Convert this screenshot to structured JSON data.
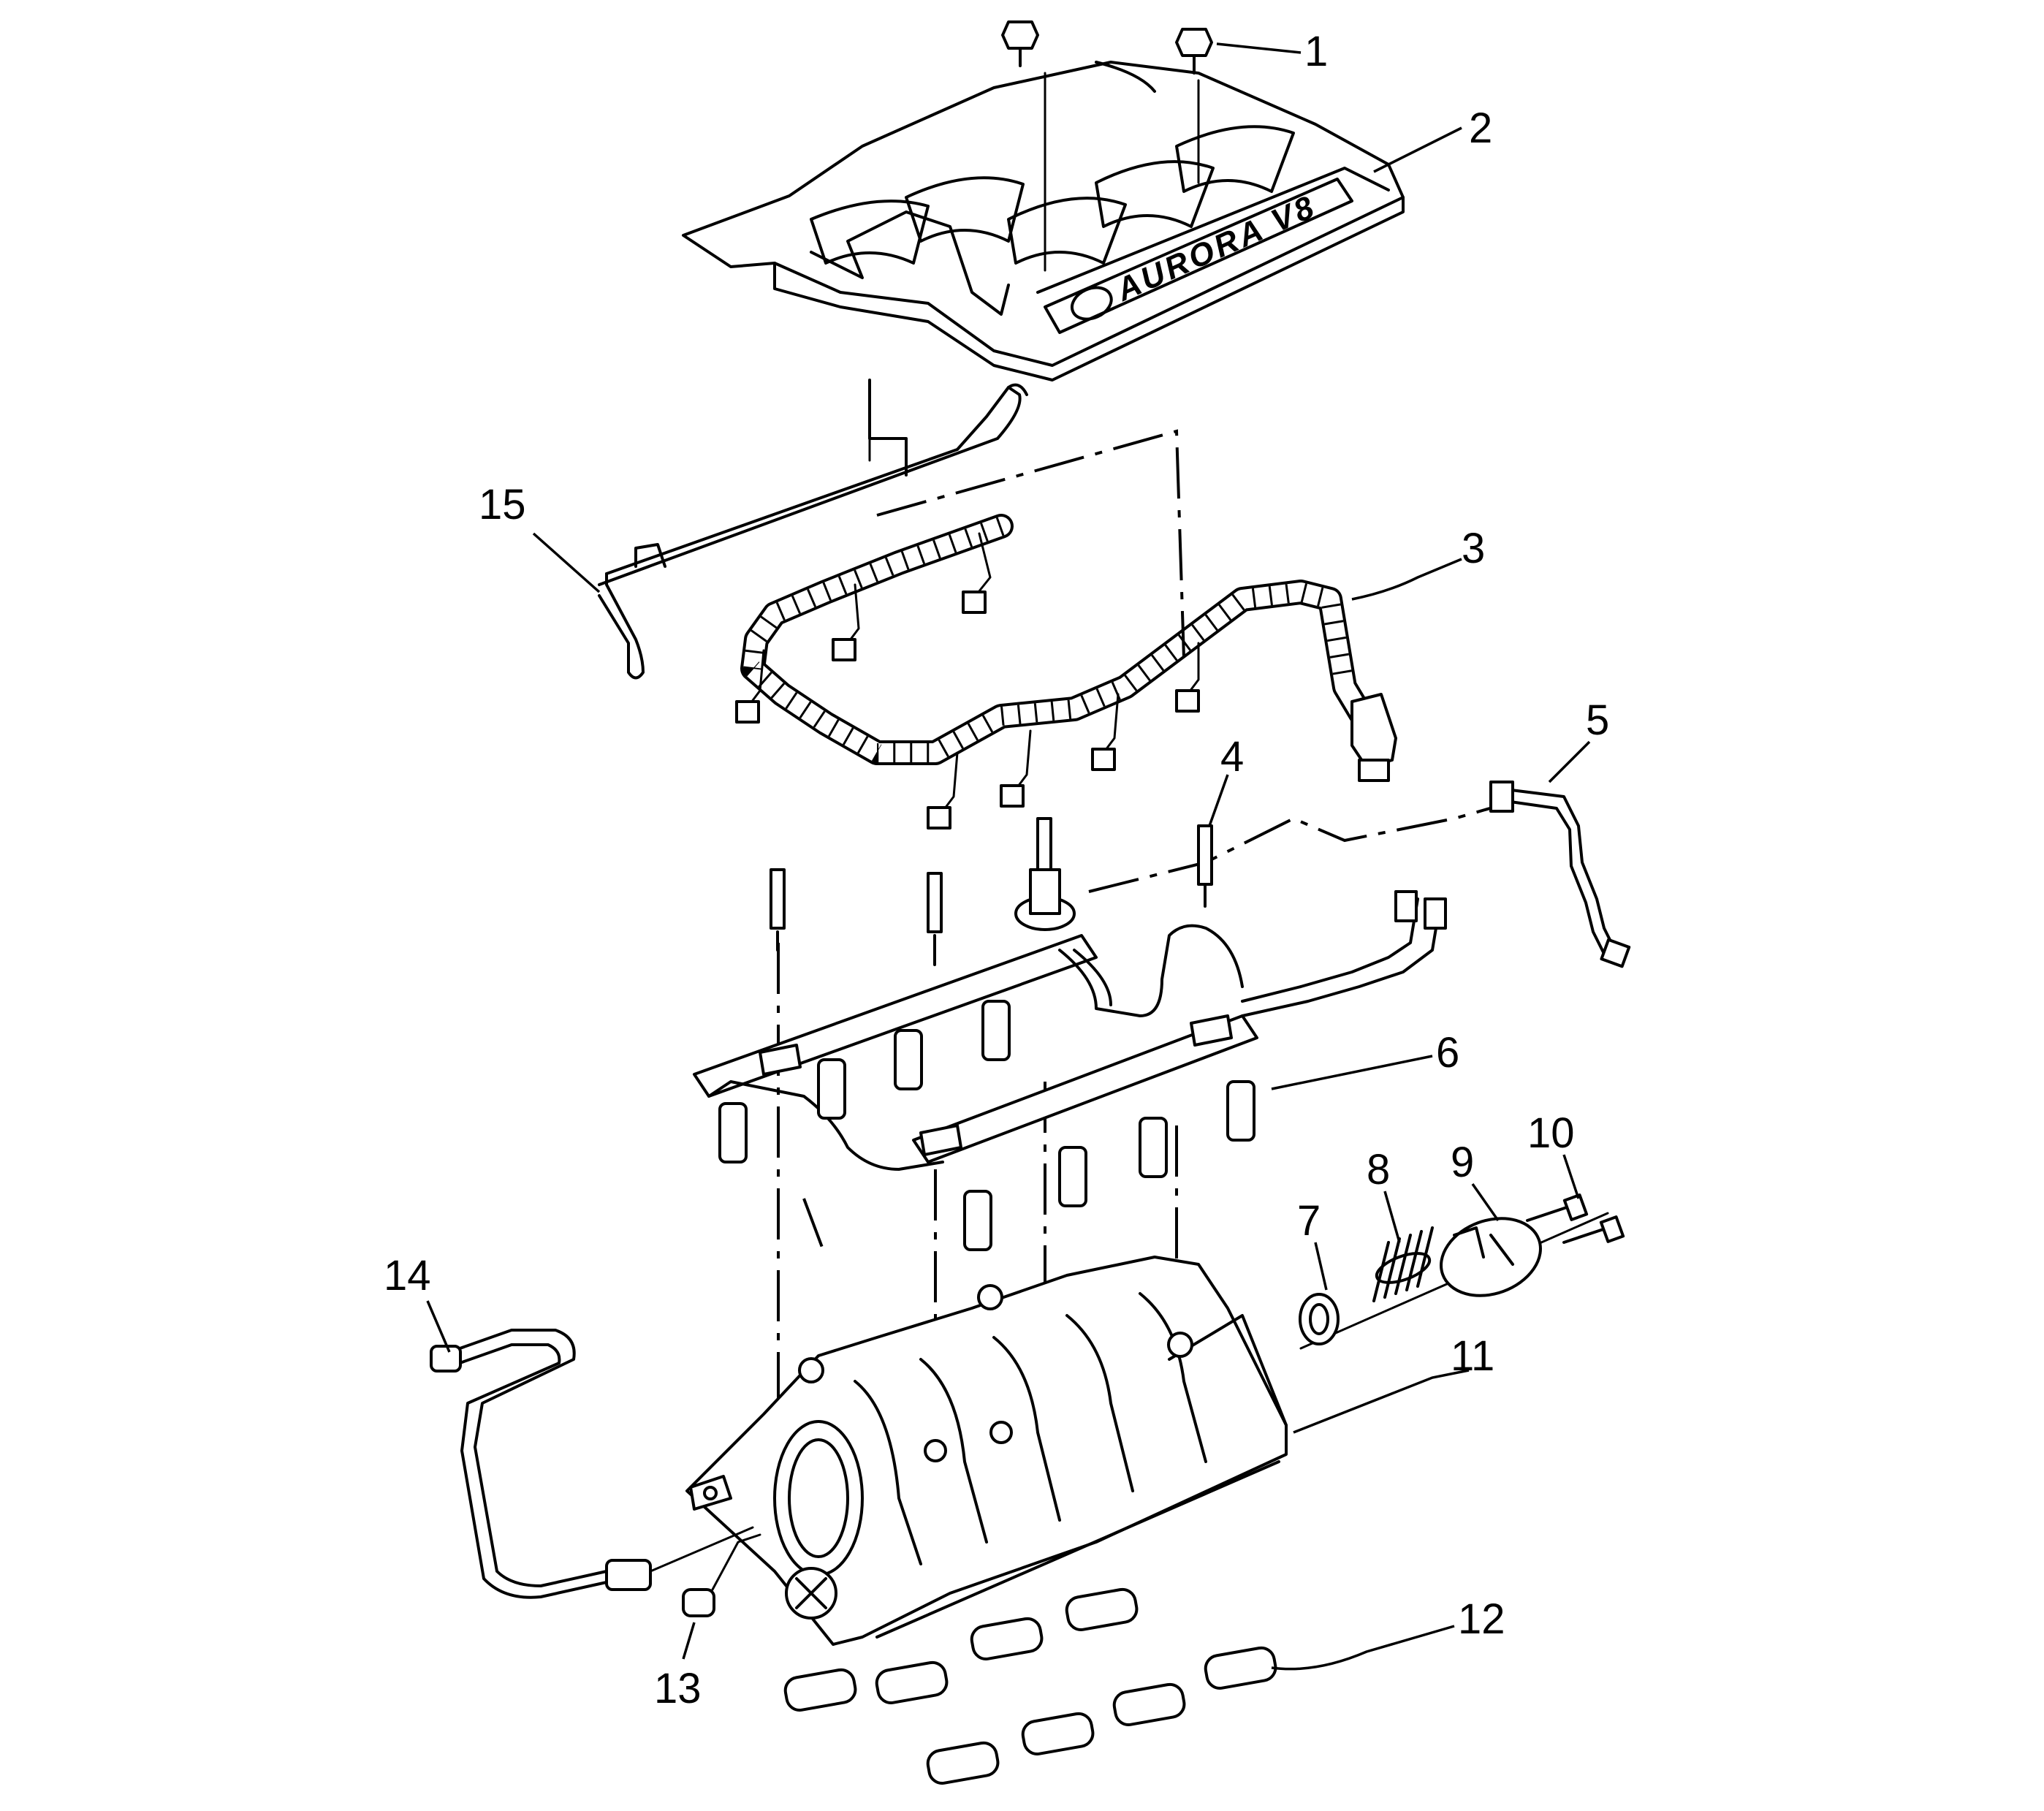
{
  "callouts": [
    {
      "id": "1",
      "label": "1"
    },
    {
      "id": "2",
      "label": "2"
    },
    {
      "id": "3",
      "label": "3"
    },
    {
      "id": "4",
      "label": "4"
    },
    {
      "id": "5",
      "label": "5"
    },
    {
      "id": "6",
      "label": "6"
    },
    {
      "id": "7",
      "label": "7"
    },
    {
      "id": "8",
      "label": "8"
    },
    {
      "id": "9",
      "label": "9"
    },
    {
      "id": "10",
      "label": "10"
    },
    {
      "id": "11",
      "label": "11"
    },
    {
      "id": "12",
      "label": "12"
    },
    {
      "id": "13",
      "label": "13"
    },
    {
      "id": "14",
      "label": "14"
    },
    {
      "id": "15",
      "label": "15"
    }
  ],
  "engine_cover_badge": "AURORA V8"
}
